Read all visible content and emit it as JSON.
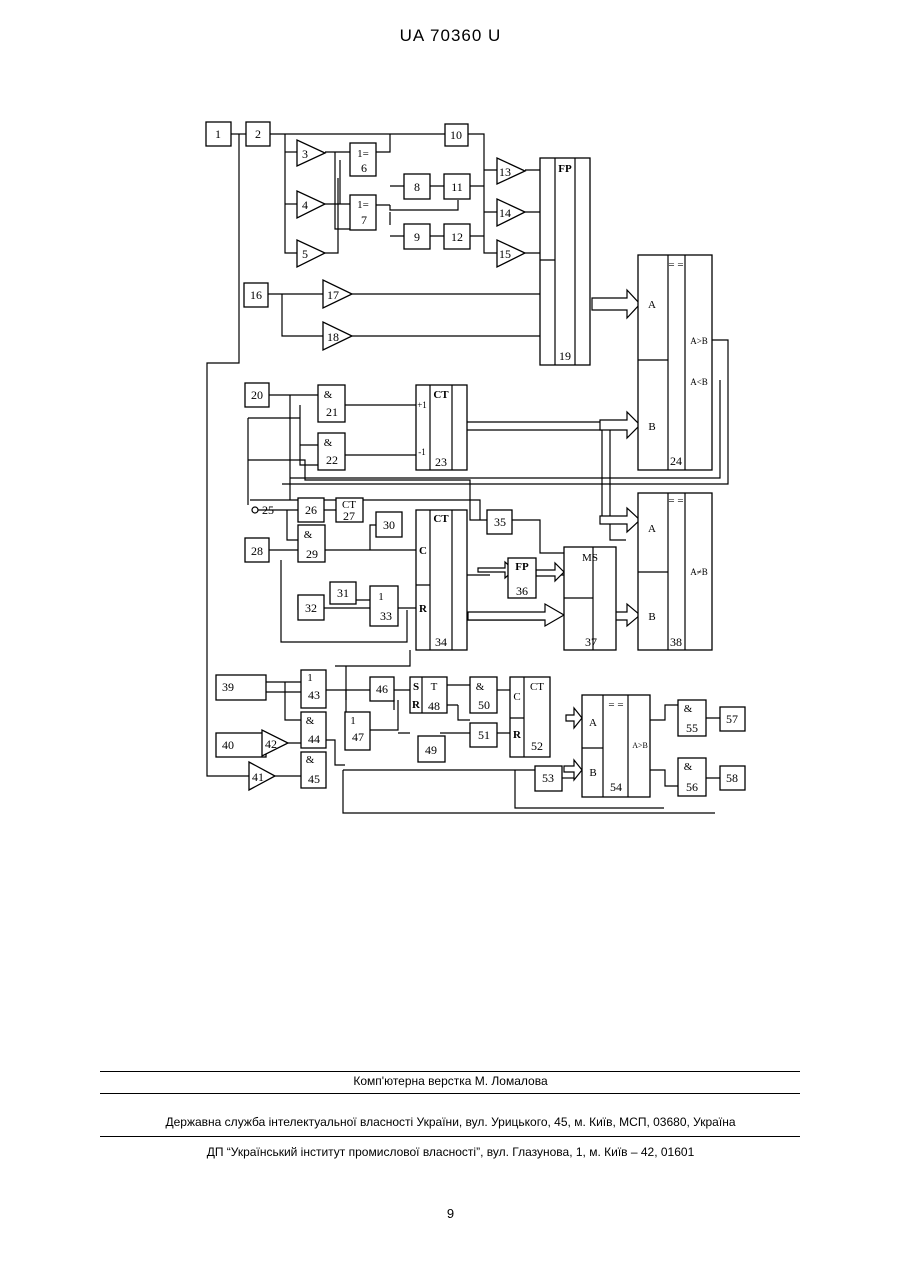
{
  "header": {
    "patent_number": "UA   70360   U"
  },
  "diagram": {
    "blocks": {
      "b1": "1",
      "b2": "2",
      "b3": "3",
      "b4": "4",
      "b5": "5",
      "b6": "6",
      "b7": "7",
      "b8": "8",
      "b9": "9",
      "b10": "10",
      "b11": "11",
      "b12": "12",
      "b13": "13",
      "b14": "14",
      "b15": "15",
      "b16": "16",
      "b17": "17",
      "b18": "18",
      "b19": "19",
      "b20": "20",
      "b21": "21",
      "b22": "22",
      "b23": "23",
      "b24": "24",
      "b25": "25",
      "b26": "26",
      "b27": "27",
      "b28": "28",
      "b29": "29",
      "b30": "30",
      "b31": "31",
      "b32": "32",
      "b33": "33",
      "b34": "34",
      "b35": "35",
      "b36": "36",
      "b37": "37",
      "b38": "38",
      "b39": "39",
      "b40": "40",
      "b41": "41",
      "b42": "42",
      "b43": "43",
      "b44": "44",
      "b45": "45",
      "b46": "46",
      "b47": "47",
      "b48": "48",
      "b49": "49",
      "b50": "50",
      "b51": "51",
      "b52": "52",
      "b53": "53",
      "b54": "54",
      "b55": "55",
      "b56": "56",
      "b57": "57",
      "b58": "58"
    },
    "symbols": {
      "one_eq": "1=",
      "and": "&",
      "or": "1",
      "fp": "FP",
      "ct": "CT",
      "ms": "MS",
      "trigger": "T",
      "eq": "= =",
      "a": "A",
      "b": "B",
      "a_gt_b": "A>B",
      "a_lt_b": "A<B",
      "a_ne_b": "A≠B",
      "plus_one": "+1",
      "minus_one": "-1",
      "c": "C",
      "r": "R",
      "s": "S"
    }
  },
  "footer": {
    "layout_credit": "Комп'ютерна верстка М. Ломалова",
    "agency": "Державна служба інтелектуальної власності України, вул. Урицького, 45, м. Київ, МСП, 03680, Україна",
    "institute": "ДП “Український інститут промислової власності”, вул. Глазунова, 1, м. Київ – 42, 01601",
    "page_number": "9"
  }
}
